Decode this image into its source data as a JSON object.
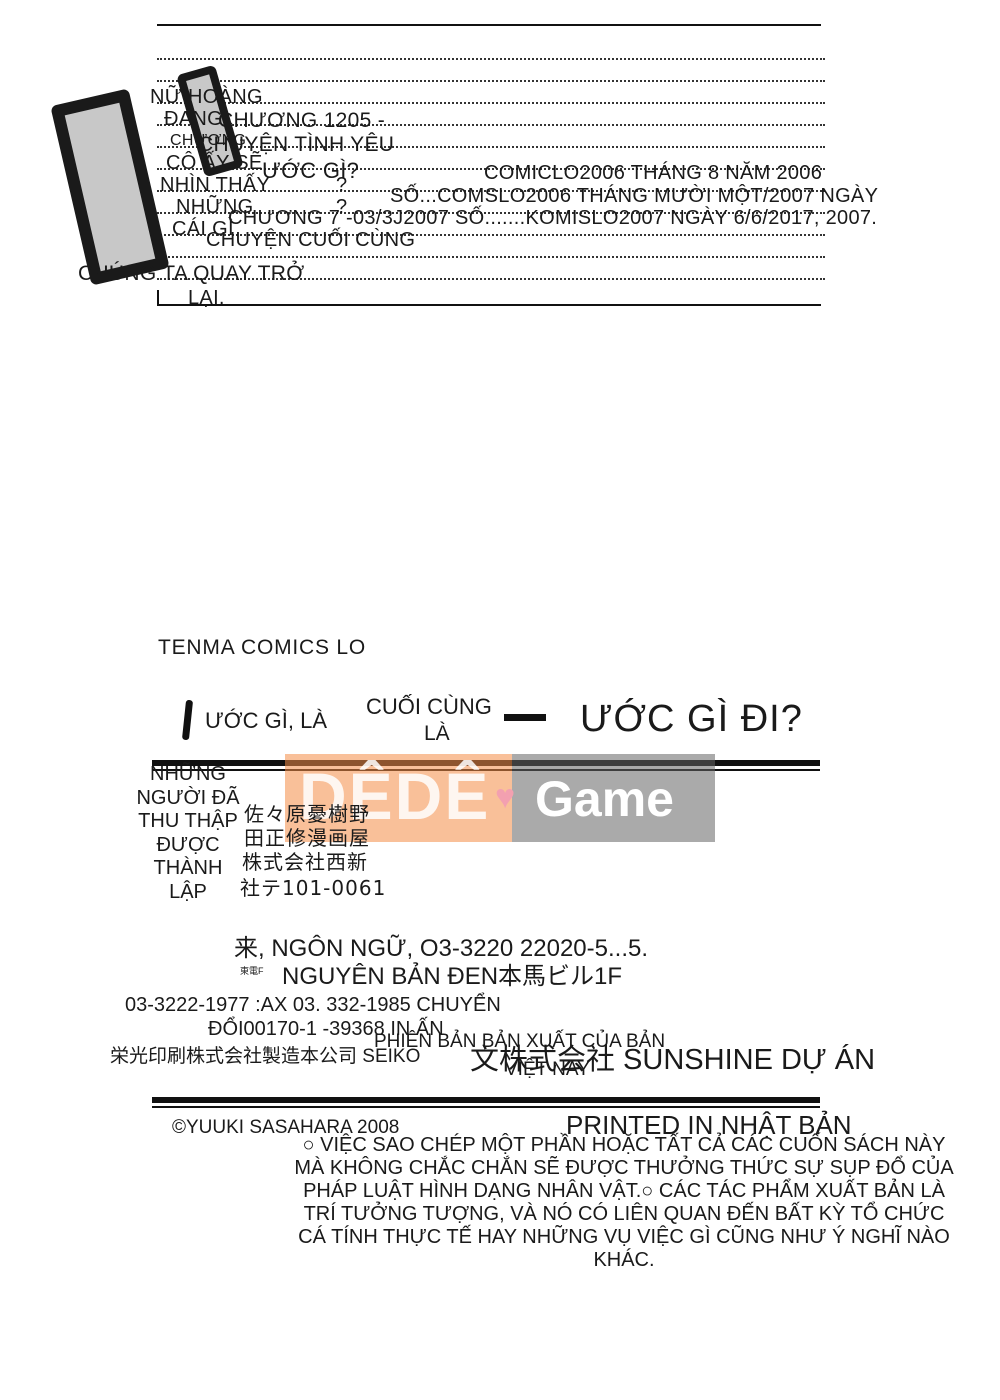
{
  "colophon_top": {
    "left_column": [
      "NỮ HOÀNG",
      "ĐANG",
      "CHƯƠNG",
      "CÔ ẤY SẼ",
      "NHÌN THẤY",
      "NHỮNG",
      "CÁI GÌ"
    ],
    "chapter_1205": "CHƯƠNG 1205 -",
    "love_story": "CHUYỆN TÌNH YÊU",
    "wish_what": "ƯỚC GÌ?",
    "q1": "?",
    "q2": "?",
    "comiclo_2006": "COMICLO2006 THÁNG 8 NĂM 2006",
    "comslo_2006": "SỐ...COMSLO2006 THÁNG MƯỜI MỘT/2007 NGÀY",
    "chapter_7": "CHƯƠNG 7 -03/3J2007 SỐ.......KOMISLO2007 NGÀY 6/6/2017, 2007.",
    "last_story": "CHUYỆN CUỐI CÙNG",
    "return_line1": "CHÚNG TA QUAY TRỞ",
    "return_line2": "LẠI."
  },
  "series": "TENMA COMICS LO",
  "title": {
    "part1": "ƯỚC GÌ, LÀ",
    "part2": "CUỐI CÙNG",
    "part3": "LÀ",
    "main": "ƯỚC GÌ ĐI?"
  },
  "watermark": {
    "brand_left": "DÊDÊ",
    "heart": "♥",
    "brand_right": "Game"
  },
  "staff_labels": [
    "NHỮNG",
    "NGƯỜI ĐÃ",
    "THU THẬP",
    "ĐƯỢC",
    "THÀNH",
    "LẬP"
  ],
  "staff_jp": [
    "佐々原憂樹野",
    "田正修漫画屋",
    "株式会社西新",
    "社テ101-0061"
  ],
  "address": {
    "line1": "来, NGÔN NGỮ, O3-3220 22020-5...5.",
    "small_label": "東電F",
    "line2": "NGUYÊN BẢN ĐEN本馬ビル1F",
    "line3": "03-3222-1977 :AX 03. 332-1985 CHUYỂN",
    "line4": "ĐỔI00170-1 -39368 IN ẤN",
    "line5": "栄光印刷株式会社製造本公司 SEIKO",
    "viet_edition_1": "PHIÊN BẢN BẢN XUẤT CỦA BẢN",
    "viet_edition_2": "VIỆT NAY",
    "sunshine": "文株式会社 SUNSHINE DỰ ÁN"
  },
  "copyright": "©YUUKI SASAHARA 2008",
  "printed": "PRINTED IN NHẬT BẢN",
  "disclaimer": [
    "○ VIỆC SAO CHÉP MỘT PHẦN HOẶC TẤT CẢ CÁC CUỐN SÁCH NÀY",
    "MÀ KHÔNG CHẮC CHẮN SẼ ĐƯỢC THƯỞNG THỨC SỰ SỤP ĐỔ CỦA",
    "PHÁP LUẬT HÌNH DẠNG NHÂN VẬT.○ CÁC TÁC PHẨM XUẤT BẢN LÀ",
    "TRÍ TƯỞNG TƯỢNG, VÀ NÓ CÓ LIÊN QUAN ĐẾN BẤT KỲ TỔ CHỨC",
    "CÁ TÍNH THỰC TẾ HAY NHỮNG VỤ VIỆC GÌ CŨNG NHƯ Ý NGHĨ NÀO",
    "KHÁC."
  ]
}
